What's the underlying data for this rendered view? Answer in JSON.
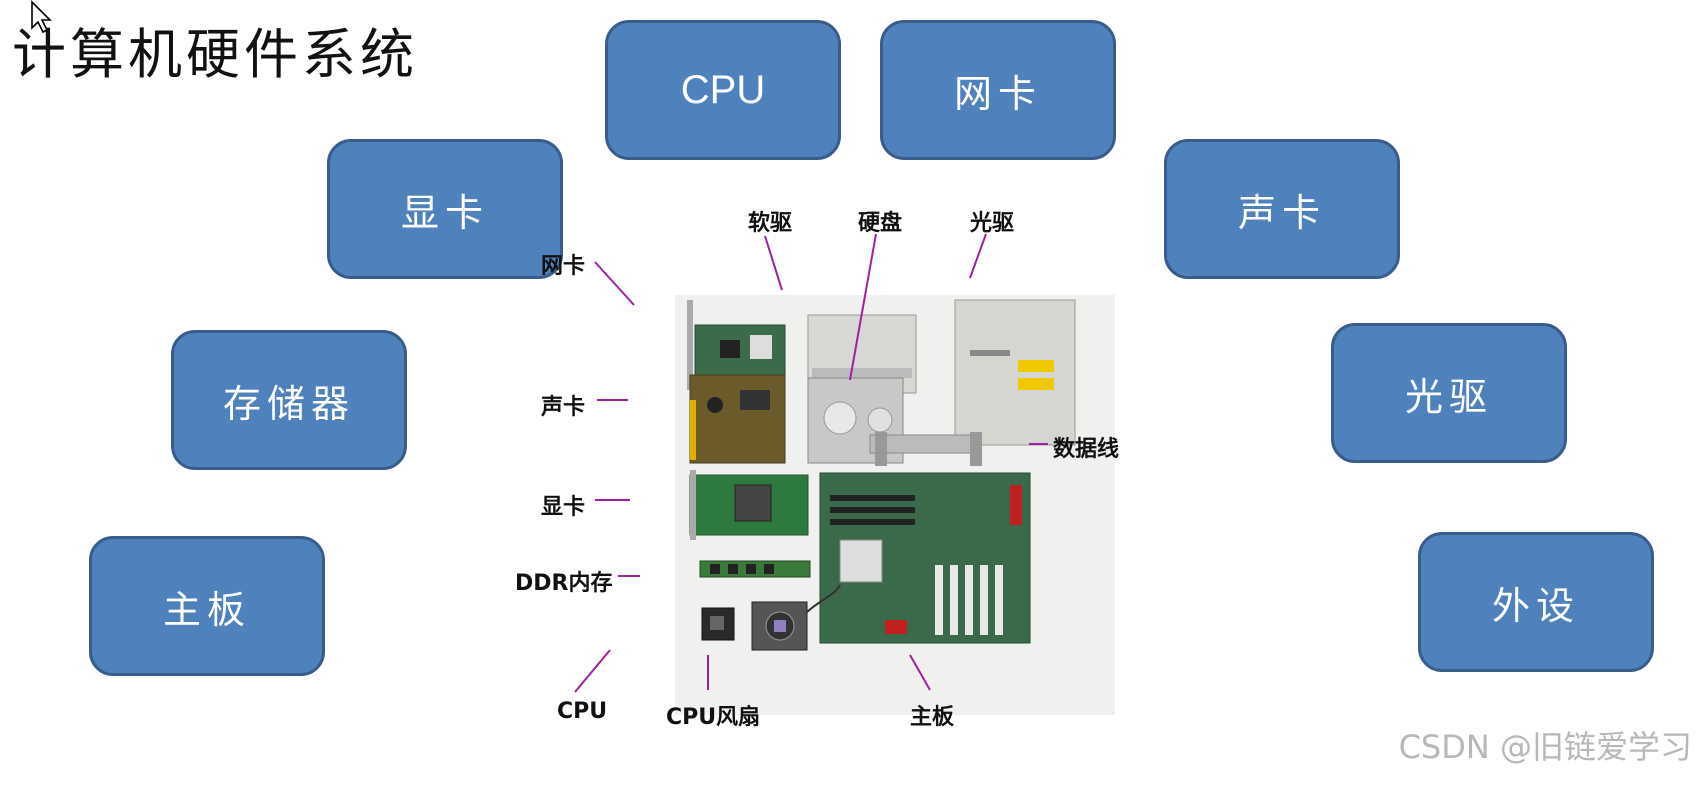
{
  "title": "计算机硬件系统",
  "boxes": {
    "cpu": "CPU",
    "network_card": "网卡",
    "graphics_card": "显卡",
    "sound_card": "声卡",
    "storage": "存储器",
    "optical_drive": "光驱",
    "motherboard": "主板",
    "peripherals": "外设"
  },
  "photo_labels": {
    "floppy": "软驱",
    "hard_disk": "硬盘",
    "optical_drive": "光驱",
    "network_card": "网卡",
    "sound_card": "声卡",
    "data_cable": "数据线",
    "graphics_card": "显卡",
    "ddr_memory": "DDR内存",
    "cpu": "CPU",
    "cpu_fan": "CPU风扇",
    "motherboard": "主板"
  },
  "watermark": "CSDN @旧链爱学习",
  "colors": {
    "box_fill": "#4f81bd",
    "box_border": "#385d8a",
    "leader_line": "#a020a0"
  }
}
